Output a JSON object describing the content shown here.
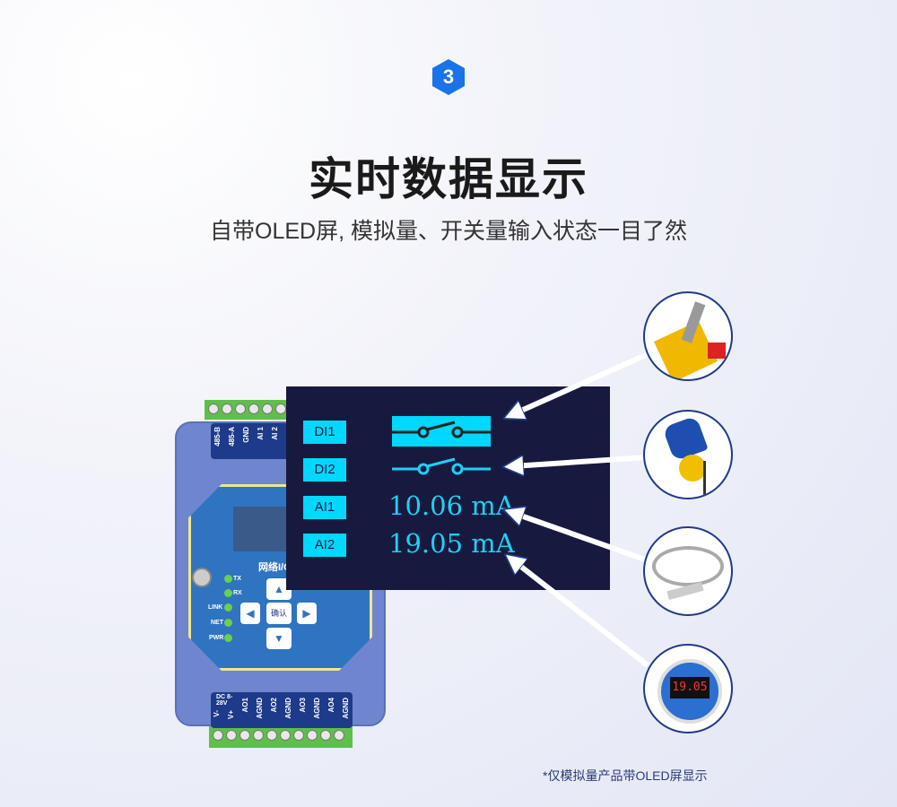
{
  "badge": "3",
  "title": "实时数据显示",
  "subtitle": "自带OLED屏, 模拟量、开关量输入状态一目了然",
  "footnote": "*仅模拟量产品带OLED屏显示",
  "device": {
    "top_labels": [
      "485-B",
      "485-A",
      "GND",
      "AI 1",
      "AI 2"
    ],
    "bottom_labels": [
      "V-",
      "V+",
      "AO1",
      "AGND",
      "AO2",
      "AGND",
      "AO3",
      "AGND",
      "AO4",
      "AGND"
    ],
    "power_label": "DC 8-28V",
    "leds": [
      "TX",
      "RX",
      "LINK",
      "NET",
      "PWR"
    ],
    "brand": "网络I/O",
    "confirm": "确认"
  },
  "oled": {
    "rows": [
      {
        "tag": "DI1",
        "type": "switch",
        "state": "highlighted"
      },
      {
        "tag": "DI2",
        "type": "switch",
        "state": "normal"
      },
      {
        "tag": "AI1",
        "value": "10.06 mA"
      },
      {
        "tag": "AI2",
        "value": "19.05 mA"
      }
    ],
    "colors": {
      "bg": "#171a3e",
      "accent": "#00d8ff"
    }
  },
  "sensors": [
    "limit-switch",
    "float-switch",
    "thermocouple",
    "pressure-transmitter"
  ],
  "sensor_display": "19.05"
}
